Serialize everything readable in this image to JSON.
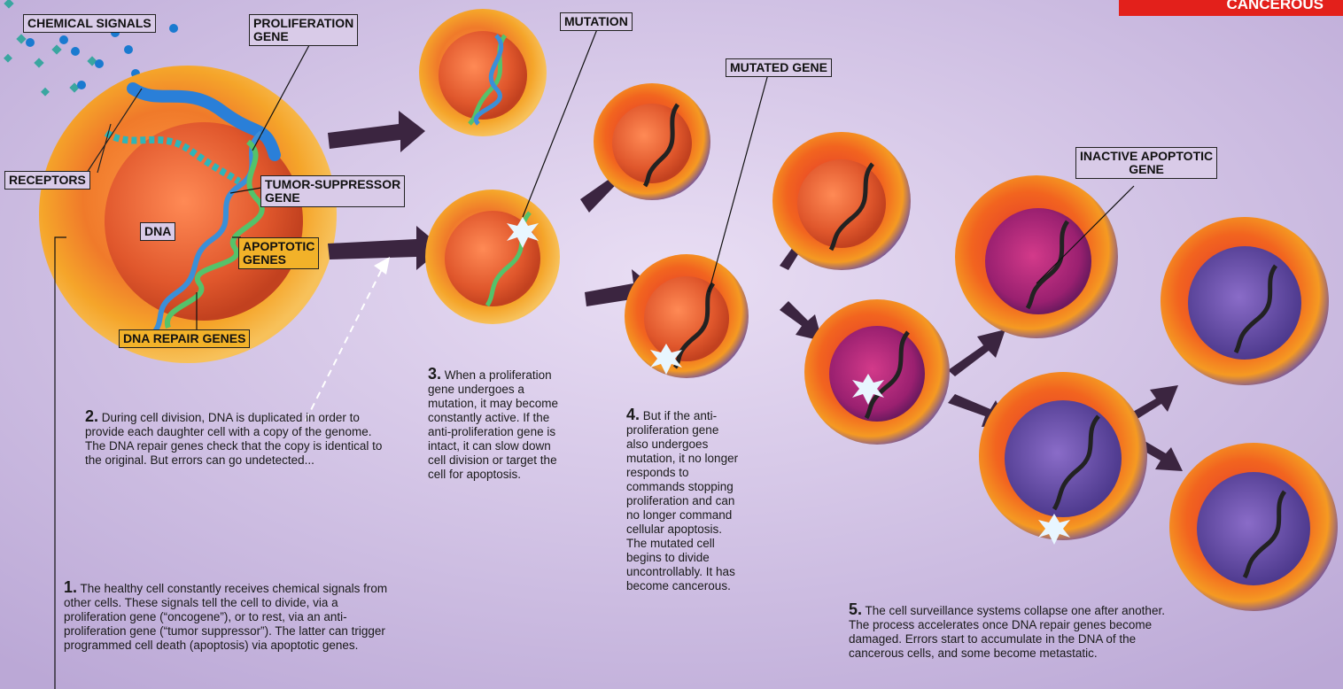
{
  "badge": "CANCEROUS",
  "labels": {
    "chemical_signals": "CHEMICAL SIGNALS",
    "proliferation_gene": [
      "PROLIFERATION",
      "GENE"
    ],
    "mutation": "MUTATION",
    "mutated_gene": "MUTATED GENE",
    "receptors": "RECEPTORS",
    "tumor_suppressor_gene": [
      "TUMOR-SUPPRESSOR",
      "GENE"
    ],
    "dna": "DNA",
    "apoptotic_genes": [
      "APOPTOTIC",
      "GENES"
    ],
    "dna_repair_genes": "DNA REPAIR GENES",
    "inactive_apoptotic_gene": [
      "INACTIVE APOPTOTIC",
      "GENE"
    ]
  },
  "steps": {
    "s1": {
      "num": "1.",
      "text": "The healthy cell constantly receives chemical signals from other cells. These signals tell the cell to divide, via a proliferation gene (“oncogene”), or to rest, via an anti-proliferation gene (“tumor suppressor”). The latter can trigger programmed cell death (apoptosis) via apoptotic genes."
    },
    "s2": {
      "num": "2.",
      "text": "During cell division, DNA is duplicated in order to provide each daughter cell with a copy of the genome. The DNA repair genes check that the copy is identical to the original. But errors can go undetected..."
    },
    "s3": {
      "num": "3.",
      "text": "When a proliferation gene undergoes a mutation, it may become constantly active. If the anti-proliferation gene is intact, it can slow down cell division or target the cell for apoptosis."
    },
    "s4": {
      "num": "4.",
      "text": "But if the anti-proliferation gene also undergoes mutation, it no longer responds to commands stopping proliferation and can no longer command cellular apoptosis. The mutated cell begins to divide uncontrollably. It has become cancerous."
    },
    "s5": {
      "num": "5.",
      "text": "The cell surveillance systems collapse one after another. The process accelerates once DNA repair genes become damaged. Errors start to accumulate in the DNA of the cancerous cells, and some become metastatic."
    }
  },
  "colors": {
    "background": "#c8b6de",
    "label_box": "#d9cbe8",
    "gene_label": "#f2b229",
    "badge": "#e3201b",
    "healthy_cell": "#f39a1e",
    "nucleus": "#e0572c",
    "cancer_nucleus": "#6a4fa8",
    "arrow": "#3b2540",
    "signals": "#3aa6a0"
  }
}
